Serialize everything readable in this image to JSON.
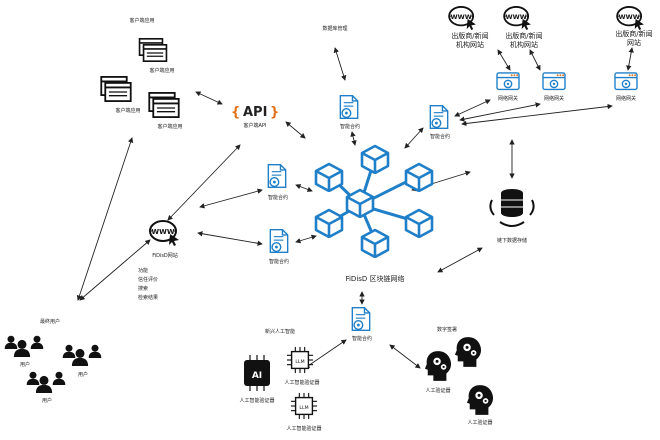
{
  "title": "FiDisD 区块链网络",
  "client_apps": {
    "group": "客户端应用",
    "items": [
      "客户端应用",
      "客户端应用",
      "客户端应用"
    ]
  },
  "api": {
    "word": "API",
    "label": "客户端API"
  },
  "data_storage_top": "数据库管理",
  "smart_contract": "智能合约",
  "offchain_storage": "链下数据存储",
  "publishers": [
    {
      "line1": "出版商/新闻",
      "line2": "机构网站"
    },
    {
      "line1": "出版商/新闻",
      "line2": "机构网站"
    },
    {
      "line1": "出版商/新闻",
      "line2": "网站"
    }
  ],
  "gateway": "网络网关",
  "fidisd_site": "FiDisD网站",
  "site_features": [
    "功能",
    "信任评价",
    "搜索",
    "检索结果"
  ],
  "end_users": {
    "group": "最终用户",
    "labels": [
      "用户",
      "用户",
      "用户"
    ]
  },
  "ai_validators": {
    "group": "新兴人工智能",
    "ai_label": "人工智能验证器",
    "llm_labels": [
      "人工智能验证器",
      "人工智能验证器"
    ]
  },
  "human_validators": {
    "group": "数字签署",
    "labels": [
      "人工验证器",
      "人工验证器"
    ]
  },
  "colors": {
    "blue": "#1f7fc8",
    "orange": "#e3711a",
    "black": "#111111"
  }
}
